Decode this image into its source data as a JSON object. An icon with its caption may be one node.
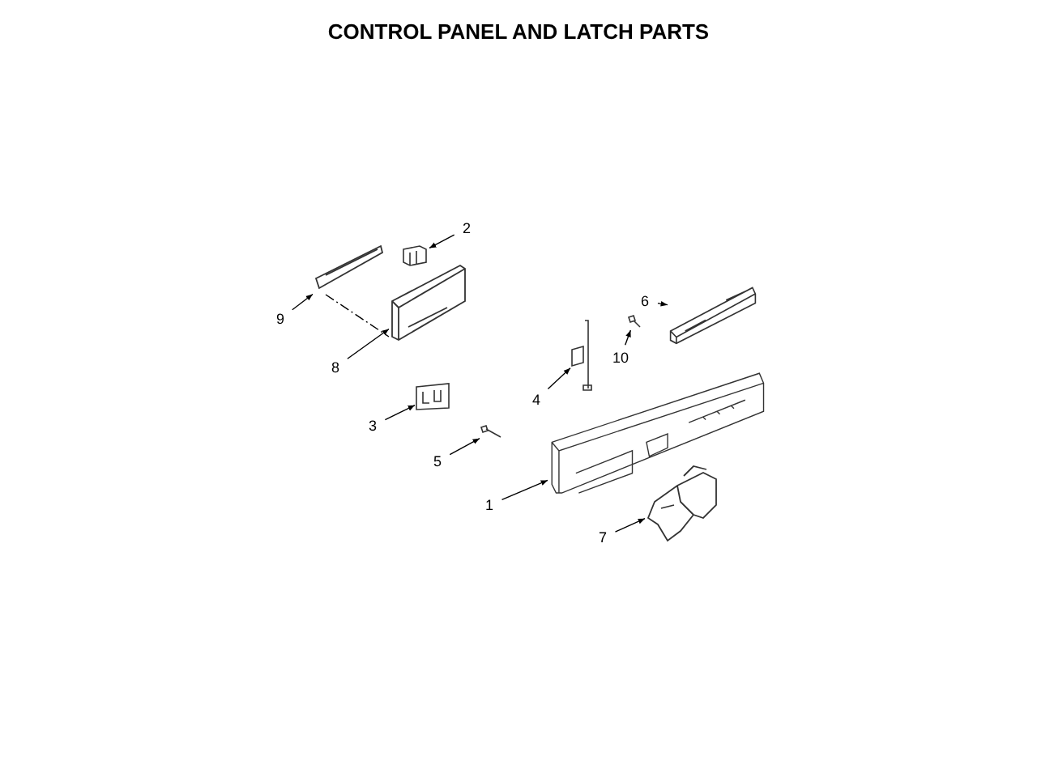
{
  "diagram": {
    "title": "CONTROL PANEL AND LATCH PARTS",
    "nodes": [
      {
        "text": [
          "1"
        ]
      },
      {
        "text": [
          "2"
        ]
      },
      {
        "text": [
          "3"
        ]
      },
      {
        "text": [
          "4"
        ]
      },
      {
        "text": [
          "5"
        ]
      },
      {
        "text": [
          "6"
        ]
      },
      {
        "text": [
          "7"
        ]
      },
      {
        "text": [
          "8"
        ]
      },
      {
        "text": [
          "9"
        ]
      },
      {
        "text": [
          "10"
        ]
      },
      {
        "text": [],
        "shape": "picture"
      },
      {
        "text": [],
        "shape": "picture"
      },
      {
        "text": [],
        "shape": "picture"
      },
      {
        "text": [],
        "shape": "picture"
      },
      {
        "text": [],
        "shape": "picture"
      },
      {
        "text": [],
        "shape": "picture"
      },
      {
        "text": [],
        "shape": "picture"
      },
      {
        "text": [],
        "shape": "picture"
      },
      {
        "text": [],
        "shape": "picture"
      },
      {
        "text": [],
        "shape": "picture"
      }
    ],
    "edges": [
      {
        "from": 0,
        "to": 10,
        "arrow": "to"
      },
      {
        "from": 1,
        "to": 11,
        "arrow": "to"
      },
      {
        "from": 2,
        "to": 12,
        "arrow": "to"
      },
      {
        "from": 3,
        "to": 13,
        "arrow": "to"
      },
      {
        "from": 4,
        "to": 14,
        "arrow": "to"
      },
      {
        "from": 5,
        "to": 15,
        "arrow": "to"
      },
      {
        "from": 6,
        "to": 16,
        "arrow": "to"
      },
      {
        "from": 7,
        "to": 17,
        "arrow": "to"
      },
      {
        "from": 8,
        "to": 18,
        "arrow": "to"
      },
      {
        "from": 9,
        "to": 19,
        "arrow": "to"
      },
      {
        "from": 18,
        "to": 17,
        "arrow": "none",
        "style": "dashed"
      }
    ]
  }
}
